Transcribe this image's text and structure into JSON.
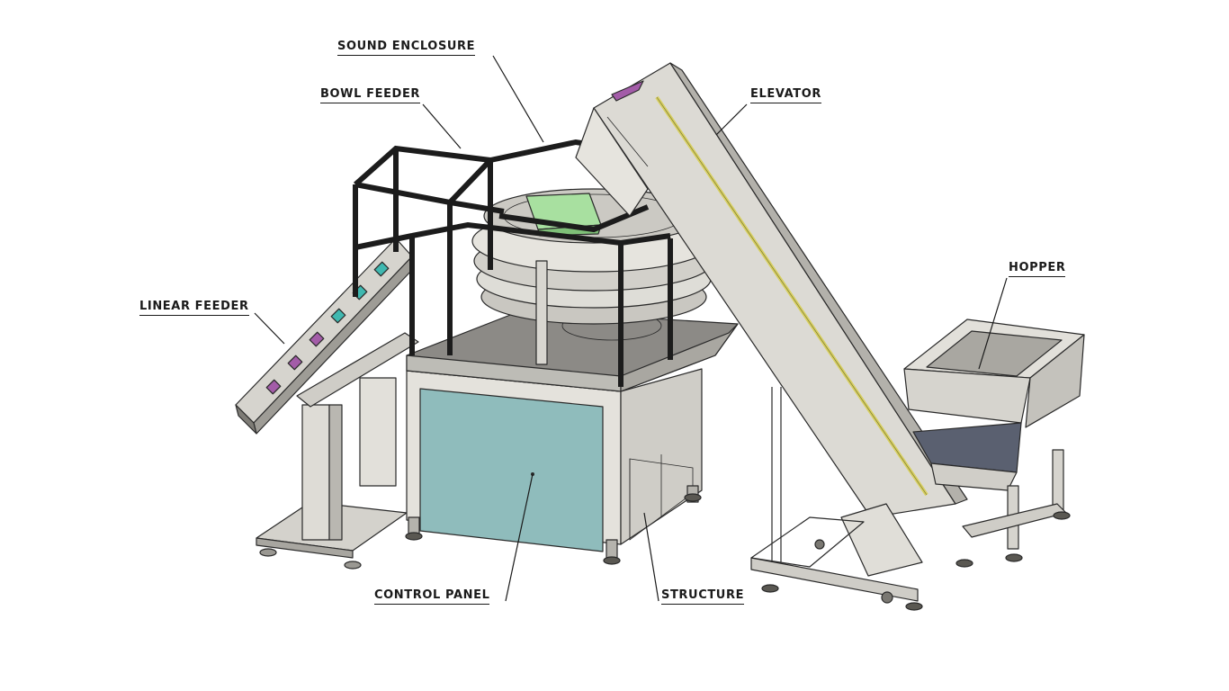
{
  "labels": {
    "sound_enclosure": "SOUND ENCLOSURE",
    "bowl_feeder": "BOWL FEEDER",
    "elevator": "ELEVATOR",
    "hopper": "HOPPER",
    "linear_feeder": "LINEAR FEEDER",
    "control_panel": "CONTROL PANEL",
    "structure": "STRUCTURE"
  },
  "colors": {
    "steel": "#d9d7d2",
    "steel_dark": "#b5b3ad",
    "frame": "#1c1c1c",
    "panel": "#8fbcbc",
    "deck": "#bdbcb6",
    "accent_green": "#a8e0a0",
    "accent_teal": "#3fb8b0",
    "accent_purple": "#a35ca8",
    "belt_yellow": "#d8d060"
  }
}
